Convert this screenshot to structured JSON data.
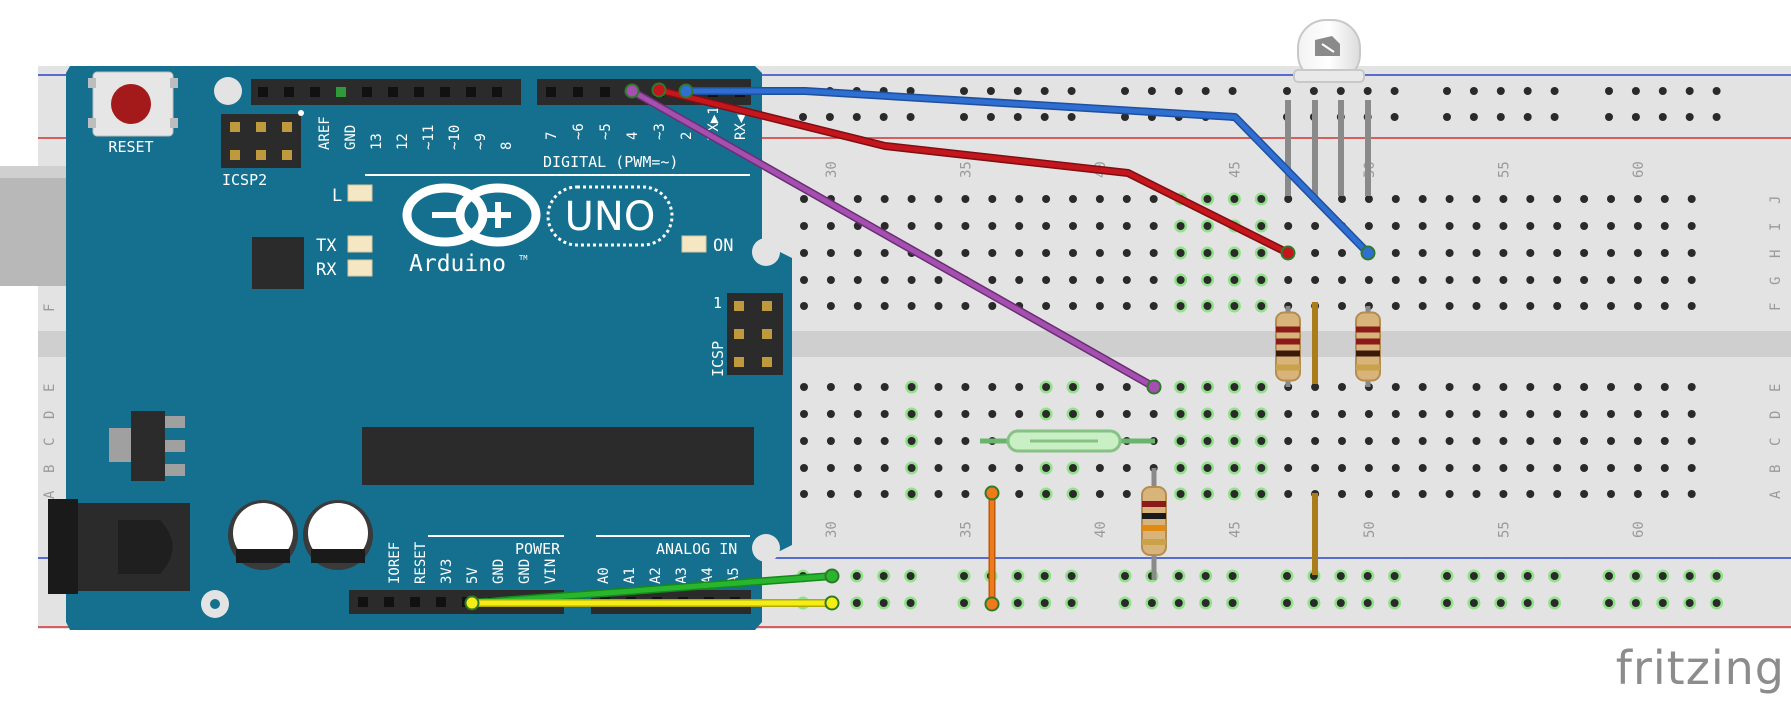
{
  "brand": {
    "logo": "fritzing"
  },
  "board": {
    "reset_label": "RESET",
    "icsp2_label": "ICSP2",
    "icsp_label": "ICSP",
    "icsp_pin1": "1",
    "digital_label": "DIGITAL (PWM=~)",
    "power_label": "POWER",
    "analog_label": "ANALOG IN",
    "logo_uno": "UNO",
    "logo_name": "Arduino",
    "tm": "TM",
    "led_l": "L",
    "led_tx": "TX",
    "led_rx": "RX",
    "led_on": "ON",
    "digital_pins_left": [
      "AREF",
      "GND",
      "13",
      "12",
      "~11",
      "~10",
      "~9",
      "8"
    ],
    "digital_pins_right": [
      "7",
      "~6",
      "~5",
      "4",
      "~3",
      "2",
      "TX▶1",
      "RX◀0"
    ],
    "power_pins": [
      "IOREF",
      "RESET",
      "3V3",
      "5V",
      "GND",
      "GND",
      "VIN"
    ],
    "analog_pins": [
      "A0",
      "A1",
      "A2",
      "A3",
      "A4",
      "A5"
    ]
  },
  "breadboard": {
    "column_numbers_top": [
      "30",
      "35",
      "40",
      "45",
      "50",
      "55",
      "60"
    ],
    "column_numbers_bottom": [
      "30",
      "35",
      "40",
      "45",
      "50",
      "55",
      "60"
    ],
    "row_letters_top": [
      "J",
      "I",
      "H",
      "G",
      "F"
    ],
    "row_letters_bottom": [
      "E",
      "D",
      "C",
      "B",
      "A"
    ],
    "row_letters_left_top": [
      "F"
    ],
    "row_letters_left_bottom": [
      "E",
      "D",
      "C",
      "B",
      "A"
    ]
  },
  "wire_colors": {
    "blue": "#2e6fd1",
    "red": "#c4161c",
    "purple": "#a54fb0",
    "green": "#2ab52f",
    "yellow": "#f4ee16",
    "orange": "#ef7a1a",
    "brass": "#a97d1b"
  },
  "board_color": "#15708f"
}
